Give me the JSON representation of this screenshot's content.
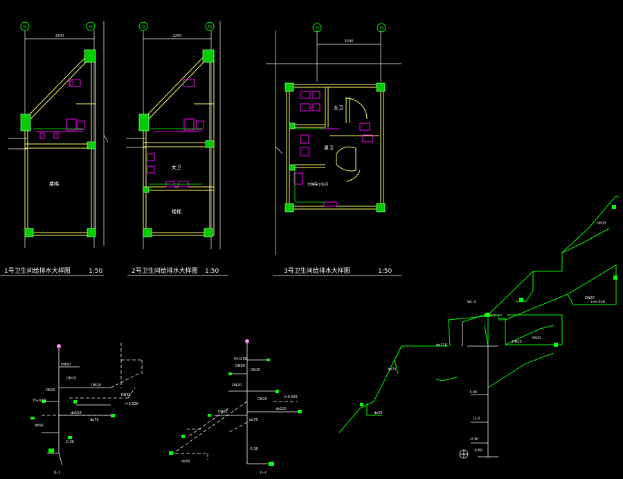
{
  "colors": {
    "background": "#000000",
    "wall": "#ffff66",
    "column": "#00ff00",
    "fixture": "#ff00ff",
    "pipe": "#00ff00",
    "dimension": "#ffffff",
    "grid_bubble": "#00ff00"
  },
  "plans": [
    {
      "title": "1号卫生间给排水大样图",
      "scale": "1:50",
      "grids": [
        "31",
        "41"
      ],
      "dimension": "3200",
      "rooms": [
        "楼梯"
      ]
    },
    {
      "title": "2号卫生间给排水大样图",
      "scale": "1:50",
      "grids": [
        "32",
        "42"
      ],
      "dimension": "3200",
      "rooms": [
        "女卫",
        "楼梯"
      ]
    },
    {
      "title": "3号卫生间给排水大样图",
      "scale": "1:50",
      "grids": [
        "33",
        "43"
      ],
      "dimension": "3200",
      "rooms": [
        "女卫",
        "男卫",
        "无障碍卫生间"
      ]
    }
  ],
  "iso_left": {
    "labels": [
      "DN50",
      "DN15",
      "DN20",
      "DN25",
      "DN32",
      "de110",
      "de75",
      "de50",
      "i=0.026",
      "H+0.50",
      "-0.30",
      "JL-1"
    ]
  },
  "iso_middle": {
    "labels": [
      "DN50",
      "DN15",
      "DN20",
      "DN25",
      "DN32",
      "de110",
      "de75",
      "de50",
      "i=0.026",
      "H+0.50",
      "-0.30",
      "JL-2"
    ]
  },
  "iso_right": {
    "labels": [
      "DN32",
      "DN25",
      "DN20",
      "DN15",
      "de110",
      "de75",
      "de50",
      "i=0.026",
      "3.00",
      "-0.30",
      "-0.60",
      "JL-3",
      "WL-3"
    ]
  }
}
